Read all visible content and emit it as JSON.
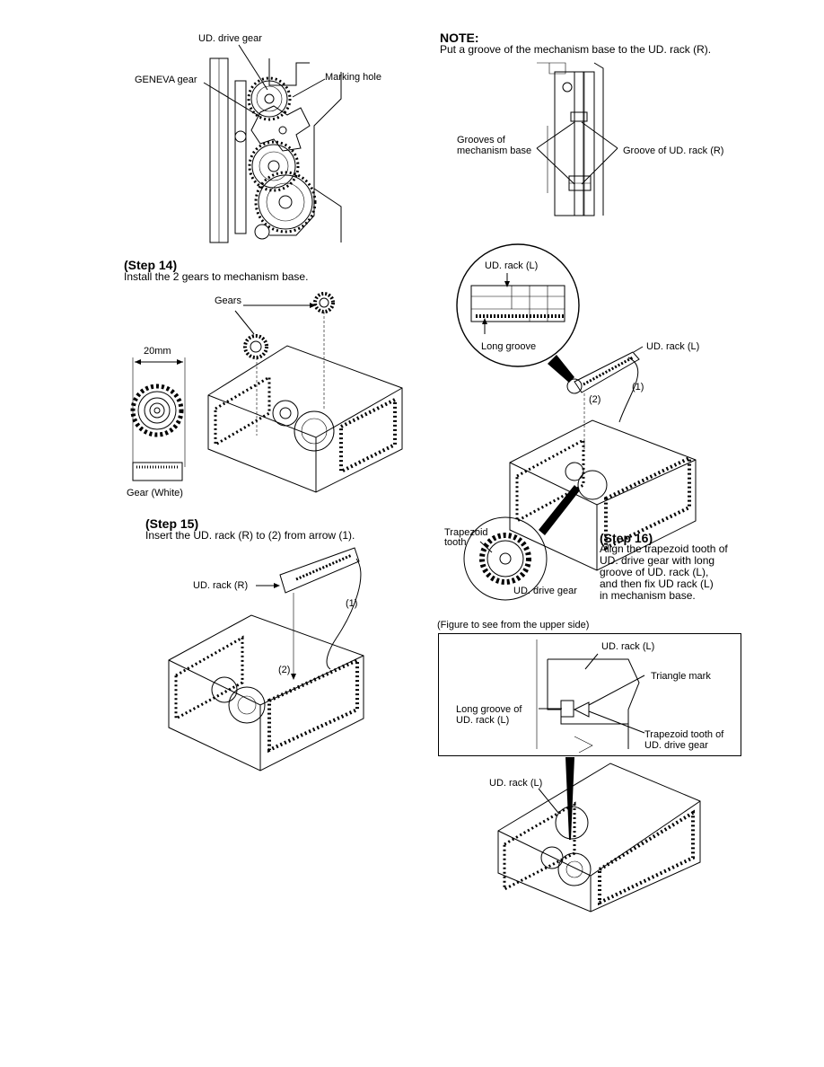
{
  "fig_top_left": {
    "ud_drive_gear": "UD. drive gear",
    "geneva_gear": "GENEVA gear",
    "marking_hole": "Marking hole"
  },
  "note": {
    "title": "NOTE:",
    "text": "Put a groove of the mechanism base to the UD. rack (R).",
    "grooves_label_1": "Grooves of",
    "grooves_label_2": "mechanism base",
    "groove_rack": "Groove of UD. rack (R)"
  },
  "step14": {
    "title": "(Step 14)",
    "text": "Install the 2 gears to mechanism base.",
    "gears": "Gears",
    "dimension": "20mm",
    "gear_white": "Gear (White)"
  },
  "step15": {
    "title": "(Step 15)",
    "text": "Insert the UD. rack (R) to (2) from arrow (1).",
    "rack_r": "UD. rack (R)",
    "arrow1": "(1)",
    "arrow2": "(2)"
  },
  "step16_fig": {
    "rack_l_top": "UD. rack (L)",
    "long_groove": "Long groove",
    "rack_l_side": "UD. rack (L)",
    "arrow1": "(1)",
    "arrow2": "(2)",
    "trapezoid_1": "Trapezoid",
    "trapezoid_2": "tooth",
    "ud_drive_gear": "UD. drive gear"
  },
  "step16": {
    "title": "(Step 16)",
    "lines": [
      "Align the trapezoid tooth of",
      "UD. drive gear with long",
      "groove of UD. rack (L),",
      "and then fix UD rack (L)",
      "in mechanism base."
    ]
  },
  "upper_view": {
    "caption": "(Figure to see from the upper side)",
    "rack_l": "UD. rack (L)",
    "triangle_mark": "Triangle mark",
    "long_groove_1": "Long groove of",
    "long_groove_2": "UD. rack (L)",
    "trap_1": "Trapezoid tooth of",
    "trap_2": "UD. drive gear"
  },
  "bottom_fig": {
    "rack_l": "UD. rack (L)"
  }
}
